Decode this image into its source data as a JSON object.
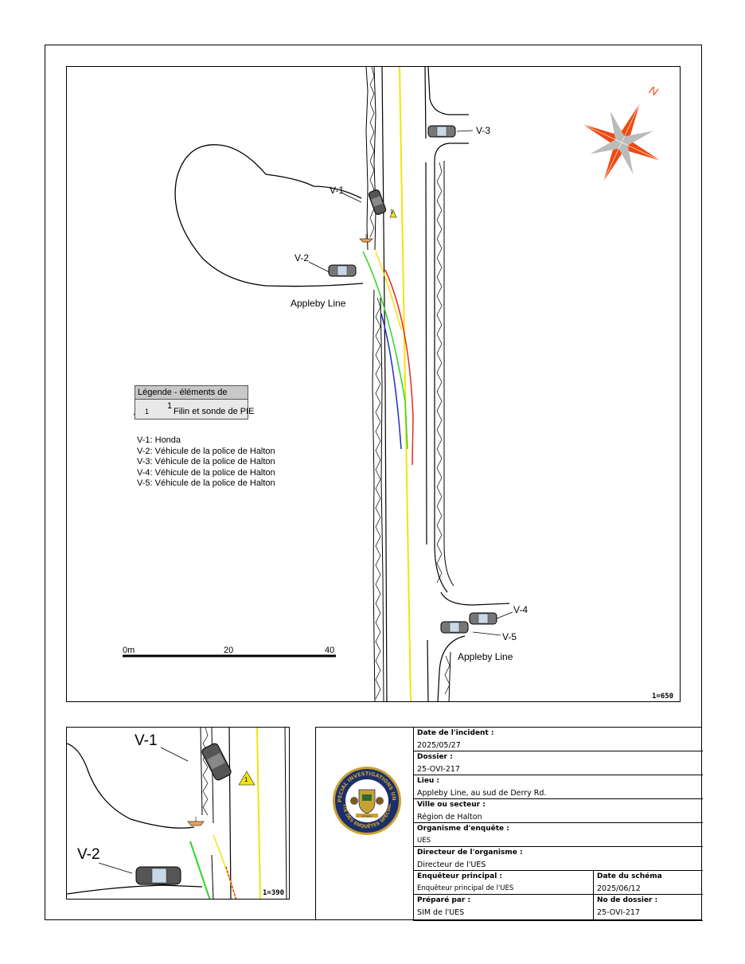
{
  "diagram": {
    "labels": {
      "v1": "V-1",
      "v2": "V-2",
      "v3": "V-3",
      "v4": "V-4",
      "v5": "V-5",
      "road_north": "Appleby Line",
      "road_south": "Appleby Line",
      "compass": "N"
    },
    "legend": {
      "title": "Légende - éléments de preuve",
      "marker_number": "1",
      "marker_label": "1",
      "item": "Filin et sonde de PIE"
    },
    "vehicles": [
      "V-1: Honda",
      "V-2: Véhicule de la police de Halton",
      "V-3: Véhicule de la police de Halton",
      "V-4: Véhicule de la police de Halton",
      "V-5: Véhicule de la police de Halton"
    ],
    "scalebar": {
      "start": "0m",
      "mid": "20",
      "end": "40"
    },
    "scale": "1=650"
  },
  "inset": {
    "labels": {
      "v1": "V-1",
      "v2": "V-2",
      "marker": "1"
    },
    "scale": "1=390"
  },
  "colors": {
    "trace_red": "#e8291c",
    "trace_green": "#2fd42a",
    "trace_blue": "#1f2fcc",
    "trace_yellow": "#f2e40a",
    "compass_orange": "#ee4a12",
    "seal_blue": "#1c2f6b",
    "seal_gold": "#c9a133"
  },
  "titleblock": {
    "rows": [
      {
        "key": "Date de l'incident :",
        "value": "2025/05/27"
      },
      {
        "key": "Dossier :",
        "value": "25-OVI-217"
      },
      {
        "key": "Lieu :",
        "value": "Appleby Line, au sud de Derry Rd."
      },
      {
        "key": "Ville ou secteur :",
        "value": "Région de Halton"
      },
      {
        "key": "Organisme d'enquête :",
        "value": "UES"
      },
      {
        "key": "Directeur de l'organisme :",
        "value": "Directeur de l'UES"
      }
    ],
    "split_rows": [
      {
        "left_key": "Enquêteur principal :",
        "left_value": "Enquêteur principal de l'UES",
        "right_key": "Date du schéma",
        "right_value": "2025/06/12"
      },
      {
        "left_key": "Préparé par :",
        "left_value": "SIM de l'UES",
        "right_key": "No de dossier :",
        "right_value": "25-OVI-217"
      }
    ],
    "seal_text_top": "SPECIAL INVESTIGATIONS UNIT",
    "seal_text_bottom": "UNITÉ DES ENQUÊTES SPÉCIALES",
    "seal_banner": "Ontario"
  }
}
